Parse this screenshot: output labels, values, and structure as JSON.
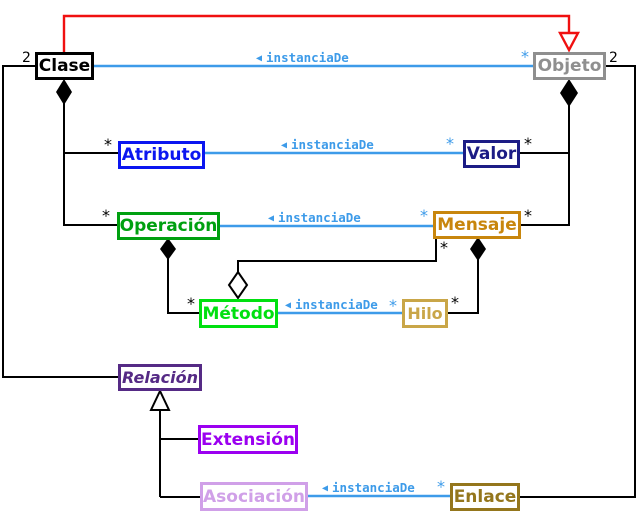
{
  "diagram": {
    "kind": "uml-class-metamodel",
    "language": "es"
  },
  "nodes": {
    "clase": {
      "label": "Clase",
      "color": "#000000"
    },
    "objeto": {
      "label": "Objeto",
      "color": "#8f8f8f"
    },
    "atributo": {
      "label": "Atributo",
      "color": "#0b16f0"
    },
    "valor": {
      "label": "Valor",
      "color": "#1c1c85"
    },
    "operacion": {
      "label": "Operación",
      "color": "#00a010"
    },
    "mensaje": {
      "label": "Mensaje",
      "color": "#c8860d"
    },
    "metodo": {
      "label": "Método",
      "color": "#00e010"
    },
    "hilo": {
      "label": "Hilo",
      "color": "#c9a648"
    },
    "relacion": {
      "label": "Relación",
      "color": "#552a85"
    },
    "extension": {
      "label": "Extensión",
      "color": "#9b00f0"
    },
    "asociacion": {
      "label": "Asociación",
      "color": "#d0a0e8"
    },
    "enlace": {
      "label": "Enlace",
      "color": "#94761c"
    }
  },
  "relations": {
    "instancia_de": {
      "arrow": "◀",
      "text": "instanciaDe"
    }
  },
  "multiplicities": {
    "clase_left": "2",
    "objeto_right": "2",
    "objeto_instancia": "*",
    "atributo_left": "*",
    "valor_instancia": "*",
    "valor_right": "*",
    "operacion_left": "*",
    "mensaje_instancia": "*",
    "mensaje_right": "*",
    "mensaje_bottom": "*",
    "metodo_left": "*",
    "hilo_instancia": "*",
    "hilo_right": "*",
    "enlace_instancia": "*"
  },
  "colors": {
    "association_blue": "#3d9be9",
    "dependency_red": "#f01010",
    "structure_black": "#000000",
    "background": "#ffffff"
  }
}
